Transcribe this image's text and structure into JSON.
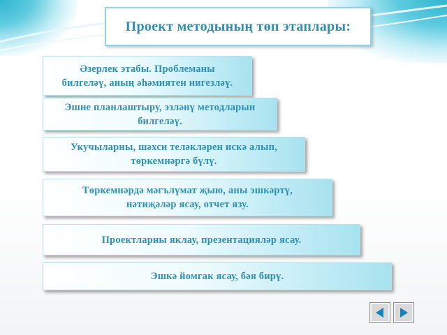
{
  "title": "Проект методының төп этаплары:",
  "steps": [
    "Әзерлек этабы. Проблеманы\nбилгеләү, аның әһәмиятен нигезләү.",
    "Эшне планлаштыру, эзләнү методларын\nбилгеләү.",
    "Укучыларны, шәхси теләкләрен искә алып,\nтөркемнәргә бүлү.",
    "Төркемнәрдә мәгълүмат җыю, аны эшкәртү,\nнәтиҗәләр ясау, отчет язу.",
    "Проектларны яклау, презентацияләр ясау.",
    "Эшкә йомгак ясау, бәя бирү."
  ],
  "colors": {
    "text": "#2f8fb3",
    "accent": "#2fb6cf",
    "nav_arrow": "#1583b8"
  },
  "icons": {
    "back": "arrow-left-icon",
    "next": "arrow-right-icon"
  }
}
